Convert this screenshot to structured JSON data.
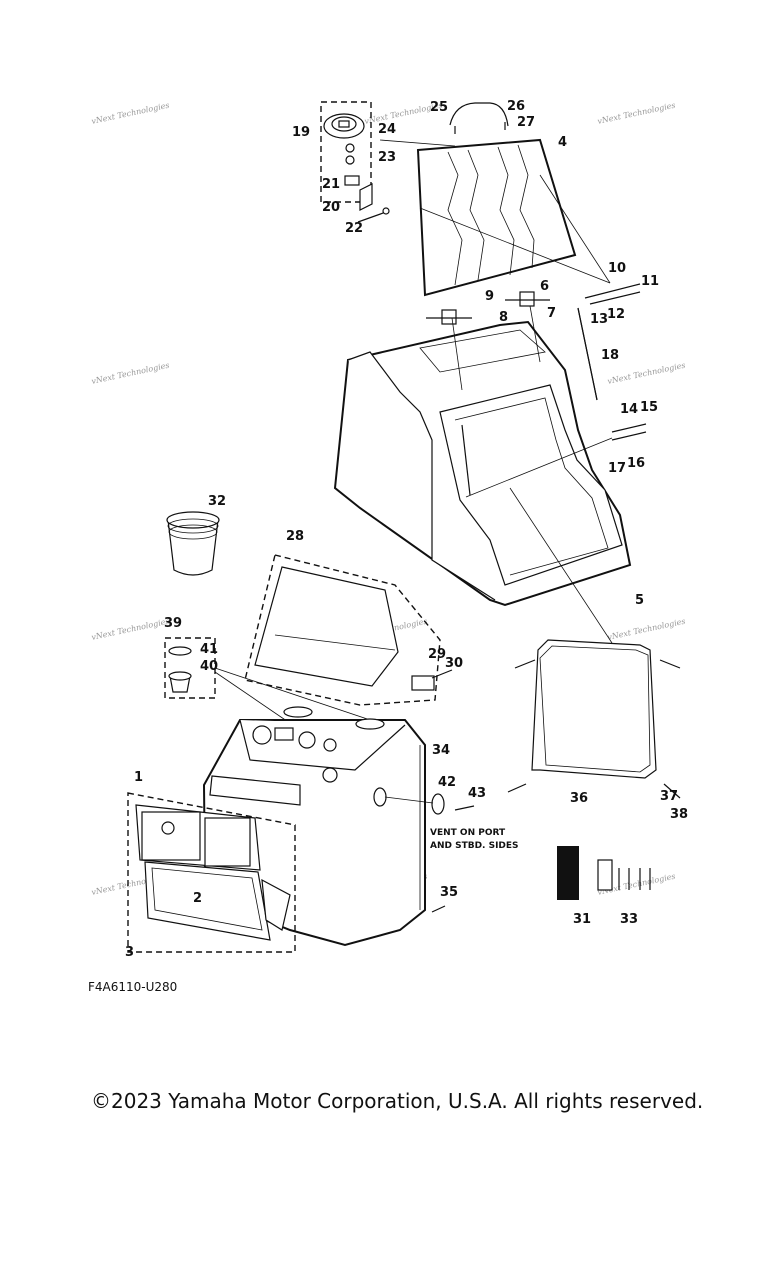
{
  "labels": {
    "p1": "1",
    "p2": "2",
    "p3": "3",
    "p4": "4",
    "p5": "5",
    "p6": "6",
    "p7": "7",
    "p8": "8",
    "p9": "9",
    "p10": "10",
    "p11": "11",
    "p12": "12",
    "p13": "13",
    "p14": "14",
    "p15": "15",
    "p16": "16",
    "p17": "17",
    "p18": "18",
    "p19": "19",
    "p20": "20",
    "p21": "21",
    "p22": "22",
    "p23": "23",
    "p24": "24",
    "p25": "25",
    "p26": "26",
    "p27": "27",
    "p28": "28",
    "p29": "29",
    "p30": "30",
    "p31": "31",
    "p32": "32",
    "p33": "33",
    "p34": "34",
    "p35": "35",
    "p36": "36",
    "p37": "37",
    "p38": "38",
    "p39": "39",
    "p40": "40",
    "p41": "41",
    "p42": "42",
    "p43": "43"
  },
  "note": {
    "line1": "VENT ON PORT",
    "line2": "AND STBD. SIDES"
  },
  "drawing_code": "F4A6110-U280",
  "copyright": "©2023 Yamaha Motor Corporation, U.S.A. All rights reserved.",
  "watermark": "vNext Technologies"
}
